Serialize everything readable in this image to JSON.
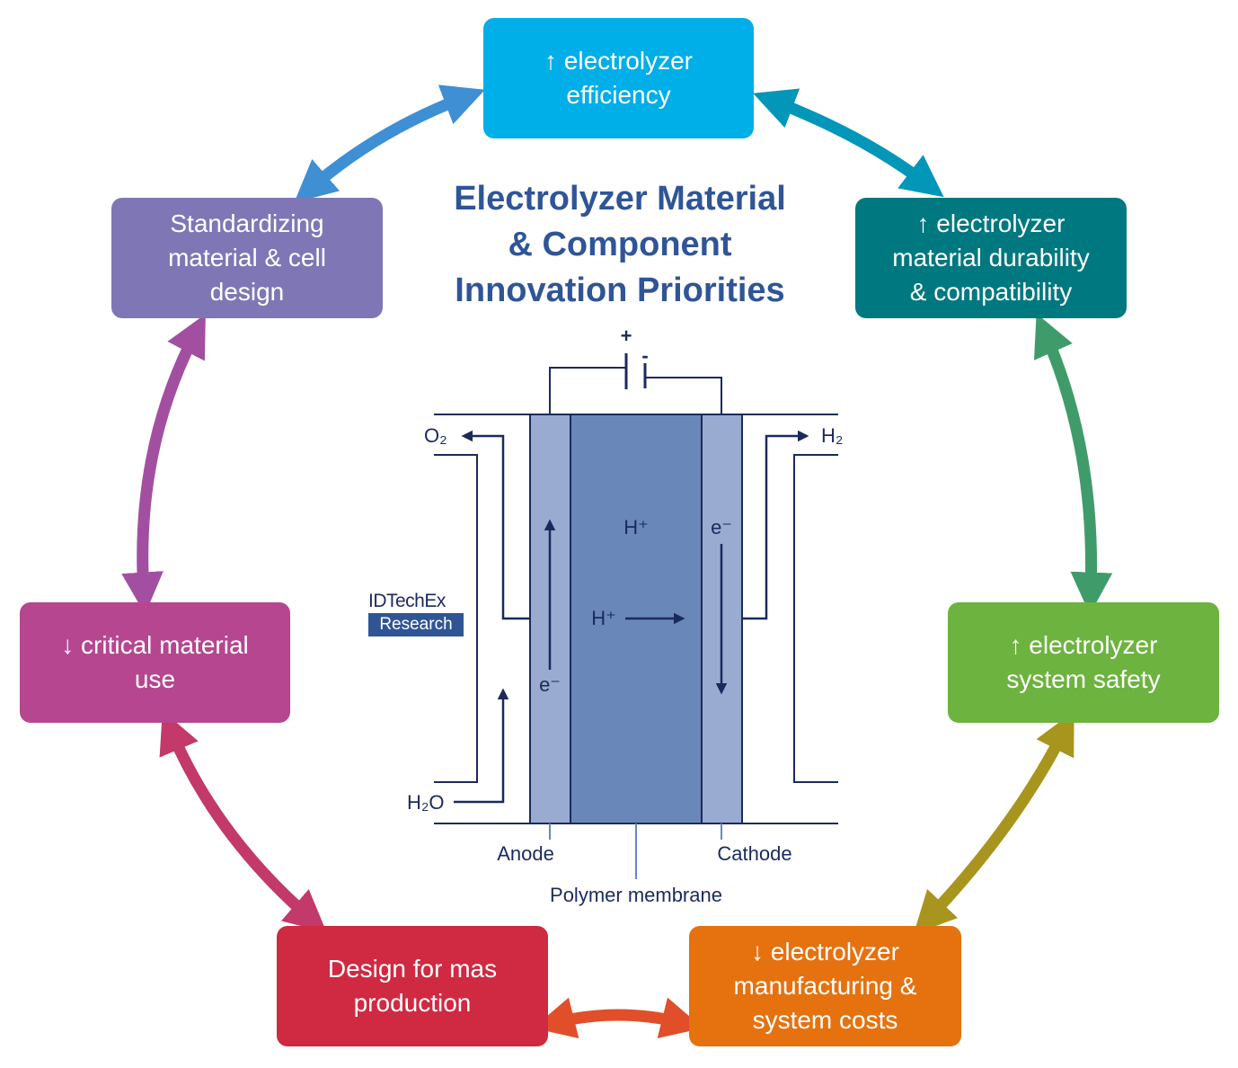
{
  "title": "Electrolyzer Material\n& Component\nInnovation Priorities",
  "boxes": {
    "efficiency": {
      "text": "↑ electrolyzer\nefficiency",
      "color": "#00aee8"
    },
    "durability": {
      "text": "↑ electrolyzer\nmaterial durability\n& compatibility",
      "color": "#00787f"
    },
    "safety": {
      "text": "↑ electrolyzer\nsystem safety",
      "color": "#6db33f"
    },
    "costs": {
      "text": "↓ electrolyzer\nmanufacturing &\nsystem costs",
      "color": "#e5720f"
    },
    "mass_production": {
      "text": "Design for mas\nproduction",
      "color": "#cf2a41"
    },
    "critical_material": {
      "text": "↓ critical material\nuse",
      "color": "#b6468f"
    },
    "standardizing": {
      "text": "Standardizing\nmaterial & cell\ndesign",
      "color": "#7f77b5"
    }
  },
  "cell": {
    "plus": "+",
    "minus": "-",
    "o2": "O₂",
    "h2": "H₂",
    "h2o": "H₂O",
    "h_plus_top": "H⁺",
    "h_plus_mid": "H⁺",
    "e_minus_left": "e⁻",
    "e_minus_right": "e⁻",
    "anode": "Anode",
    "cathode": "Cathode",
    "membrane": "Polymer membrane",
    "electrode_color": "#99abd1",
    "membrane_color": "#6a87ba",
    "line_color": "#1b2a5c"
  },
  "logo": {
    "top": "IDTechEx",
    "bottom": "Research"
  }
}
